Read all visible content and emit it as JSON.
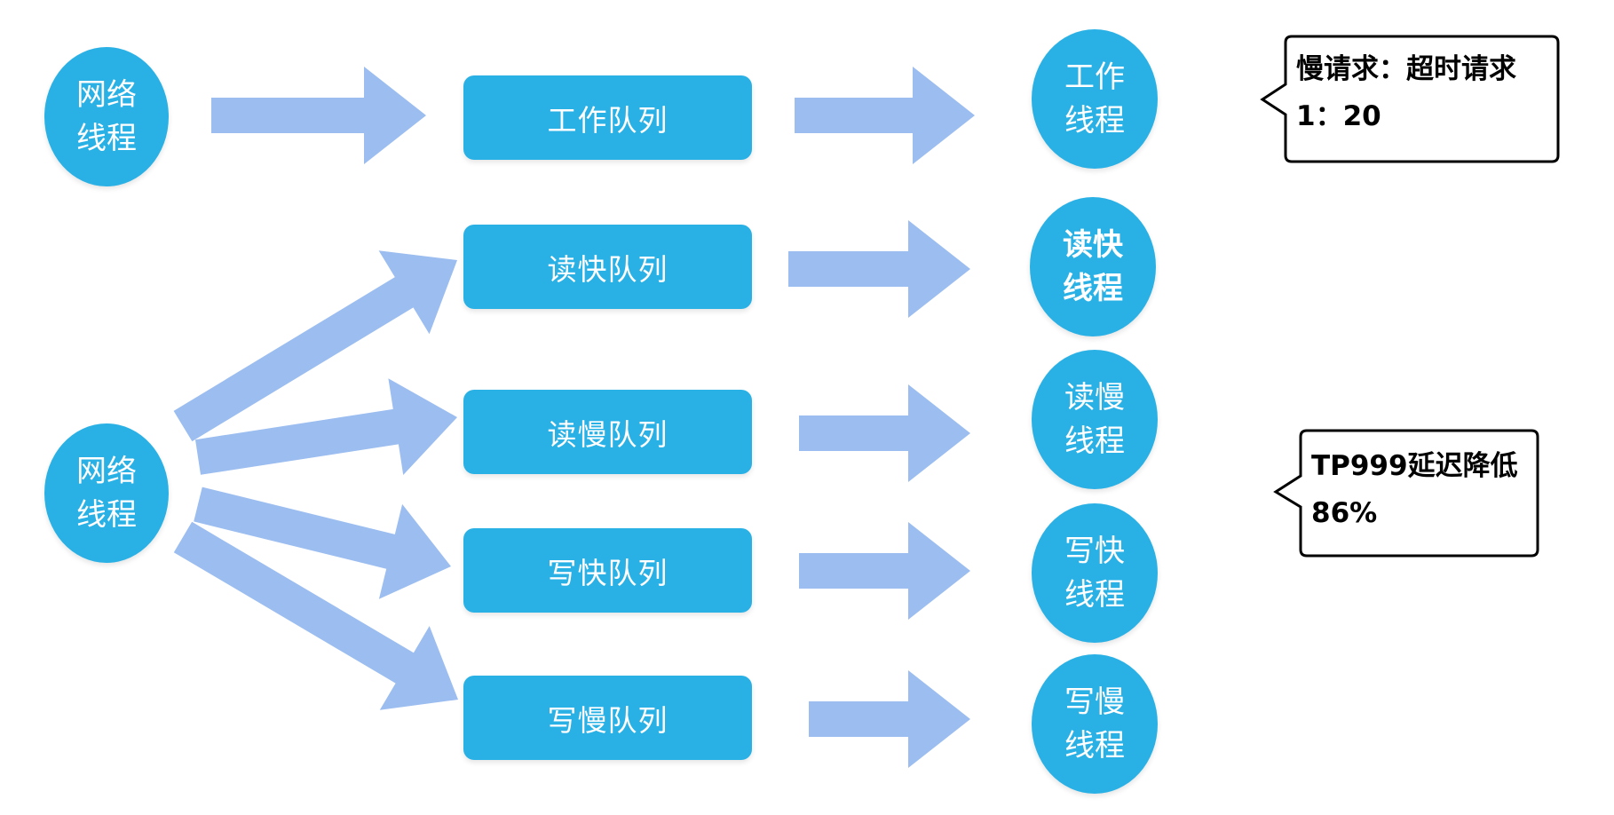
{
  "network_threads": [
    {
      "label": "网络线程"
    },
    {
      "label": "网络线程"
    }
  ],
  "queues": [
    {
      "label": "工作队列"
    },
    {
      "label": "读快队列"
    },
    {
      "label": "读慢队列"
    },
    {
      "label": "写快队列"
    },
    {
      "label": "写慢队列"
    }
  ],
  "worker_threads": [
    {
      "label": "工作线程"
    },
    {
      "label": "读快线程"
    },
    {
      "label": "读慢线程"
    },
    {
      "label": "写快线程"
    },
    {
      "label": "写慢线程"
    }
  ],
  "callouts": {
    "top": {
      "line1": "慢请求：超时请求",
      "line2": "1：20"
    },
    "bottom": {
      "line1": "TP999延迟降低",
      "line2": "86%"
    }
  },
  "colors": {
    "node_fill": "#29b1e6",
    "arrow_fill": "#9bbdf0",
    "callout_border": "#000000"
  }
}
